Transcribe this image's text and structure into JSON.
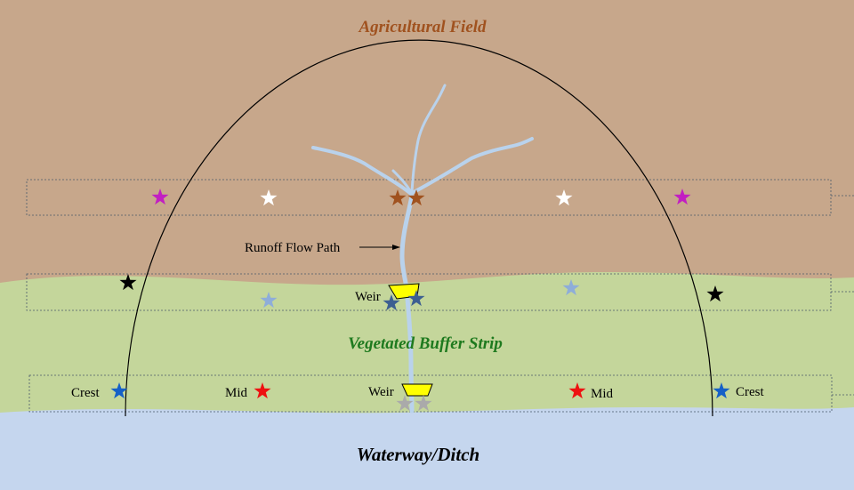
{
  "labels": {
    "agricultural_field": "Agricultural Field",
    "vegetated_buffer_strip": "Vegetated Buffer Strip",
    "waterway_ditch": "Waterway/Ditch",
    "runoff_flow_path": "Runoff Flow Path",
    "weir_upper": "Weir",
    "weir_lower": "Weir",
    "crest_left": "Crest",
    "crest_right": "Crest",
    "mid_left": "Mid",
    "mid_right": "Mid"
  },
  "colors": {
    "field": "#c7a78b",
    "buffer": "#c4d69b",
    "water": "#c5d6ee",
    "flow_path": "#b9d2ec",
    "weir": "#ffff00",
    "title_field": "#a0521f",
    "title_buffer": "#1e7a1e",
    "title_water": "#000000",
    "star_magenta": "#c21fc2",
    "star_white": "#ffffff",
    "star_brown": "#a0521f",
    "star_black": "#000000",
    "star_lightblue": "#8eadd9",
    "star_slateblue": "#3d5f91",
    "star_blue": "#1560c7",
    "star_red": "#ee1111",
    "star_gray": "#aaaaaa"
  }
}
